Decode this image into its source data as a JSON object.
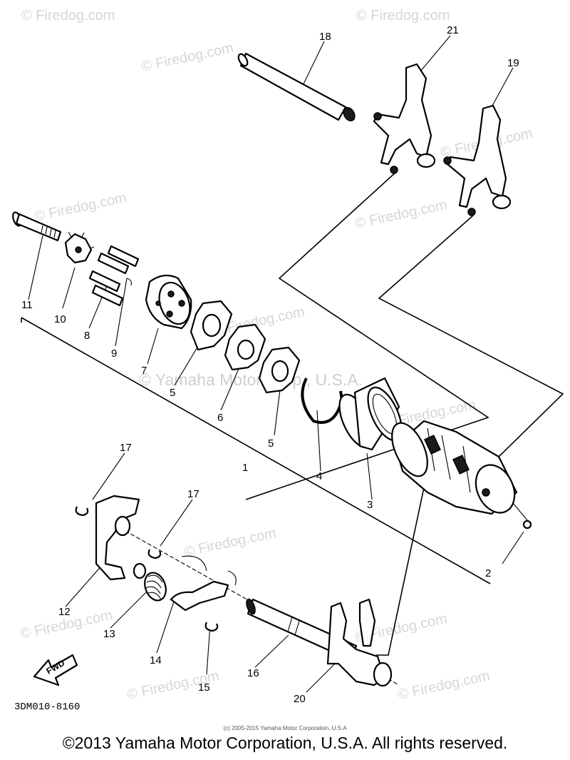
{
  "watermarks": [
    "© Firedog.com",
    "© Firedog.com",
    "© Firedog.com",
    "© Firedog.com",
    "© Firedog.com",
    "© Firedog.com",
    "© Firedog.com",
    "© Firedog.com",
    "© Firedog.com",
    "© Firedog.com",
    "© Firedog.com",
    "© Firedog.com",
    "© Firedog.com"
  ],
  "center_watermark": "© Yamaha Motor Corp., U.S.A.",
  "callouts": [
    "18",
    "21",
    "19",
    "11",
    "10",
    "8",
    "9",
    "7",
    "5",
    "6",
    "5",
    "1",
    "4",
    "3",
    "17",
    "17",
    "2",
    "12",
    "13",
    "14",
    "15",
    "16",
    "20"
  ],
  "fwd_label": "FWD",
  "drawing_code": "3DM010-8160",
  "small_copyright": "(c) 2005-2015 Yamaha Motor Corporation, U.S.A",
  "copyright": "©2013 Yamaha Motor Corporation, U.S.A. All rights reserved."
}
